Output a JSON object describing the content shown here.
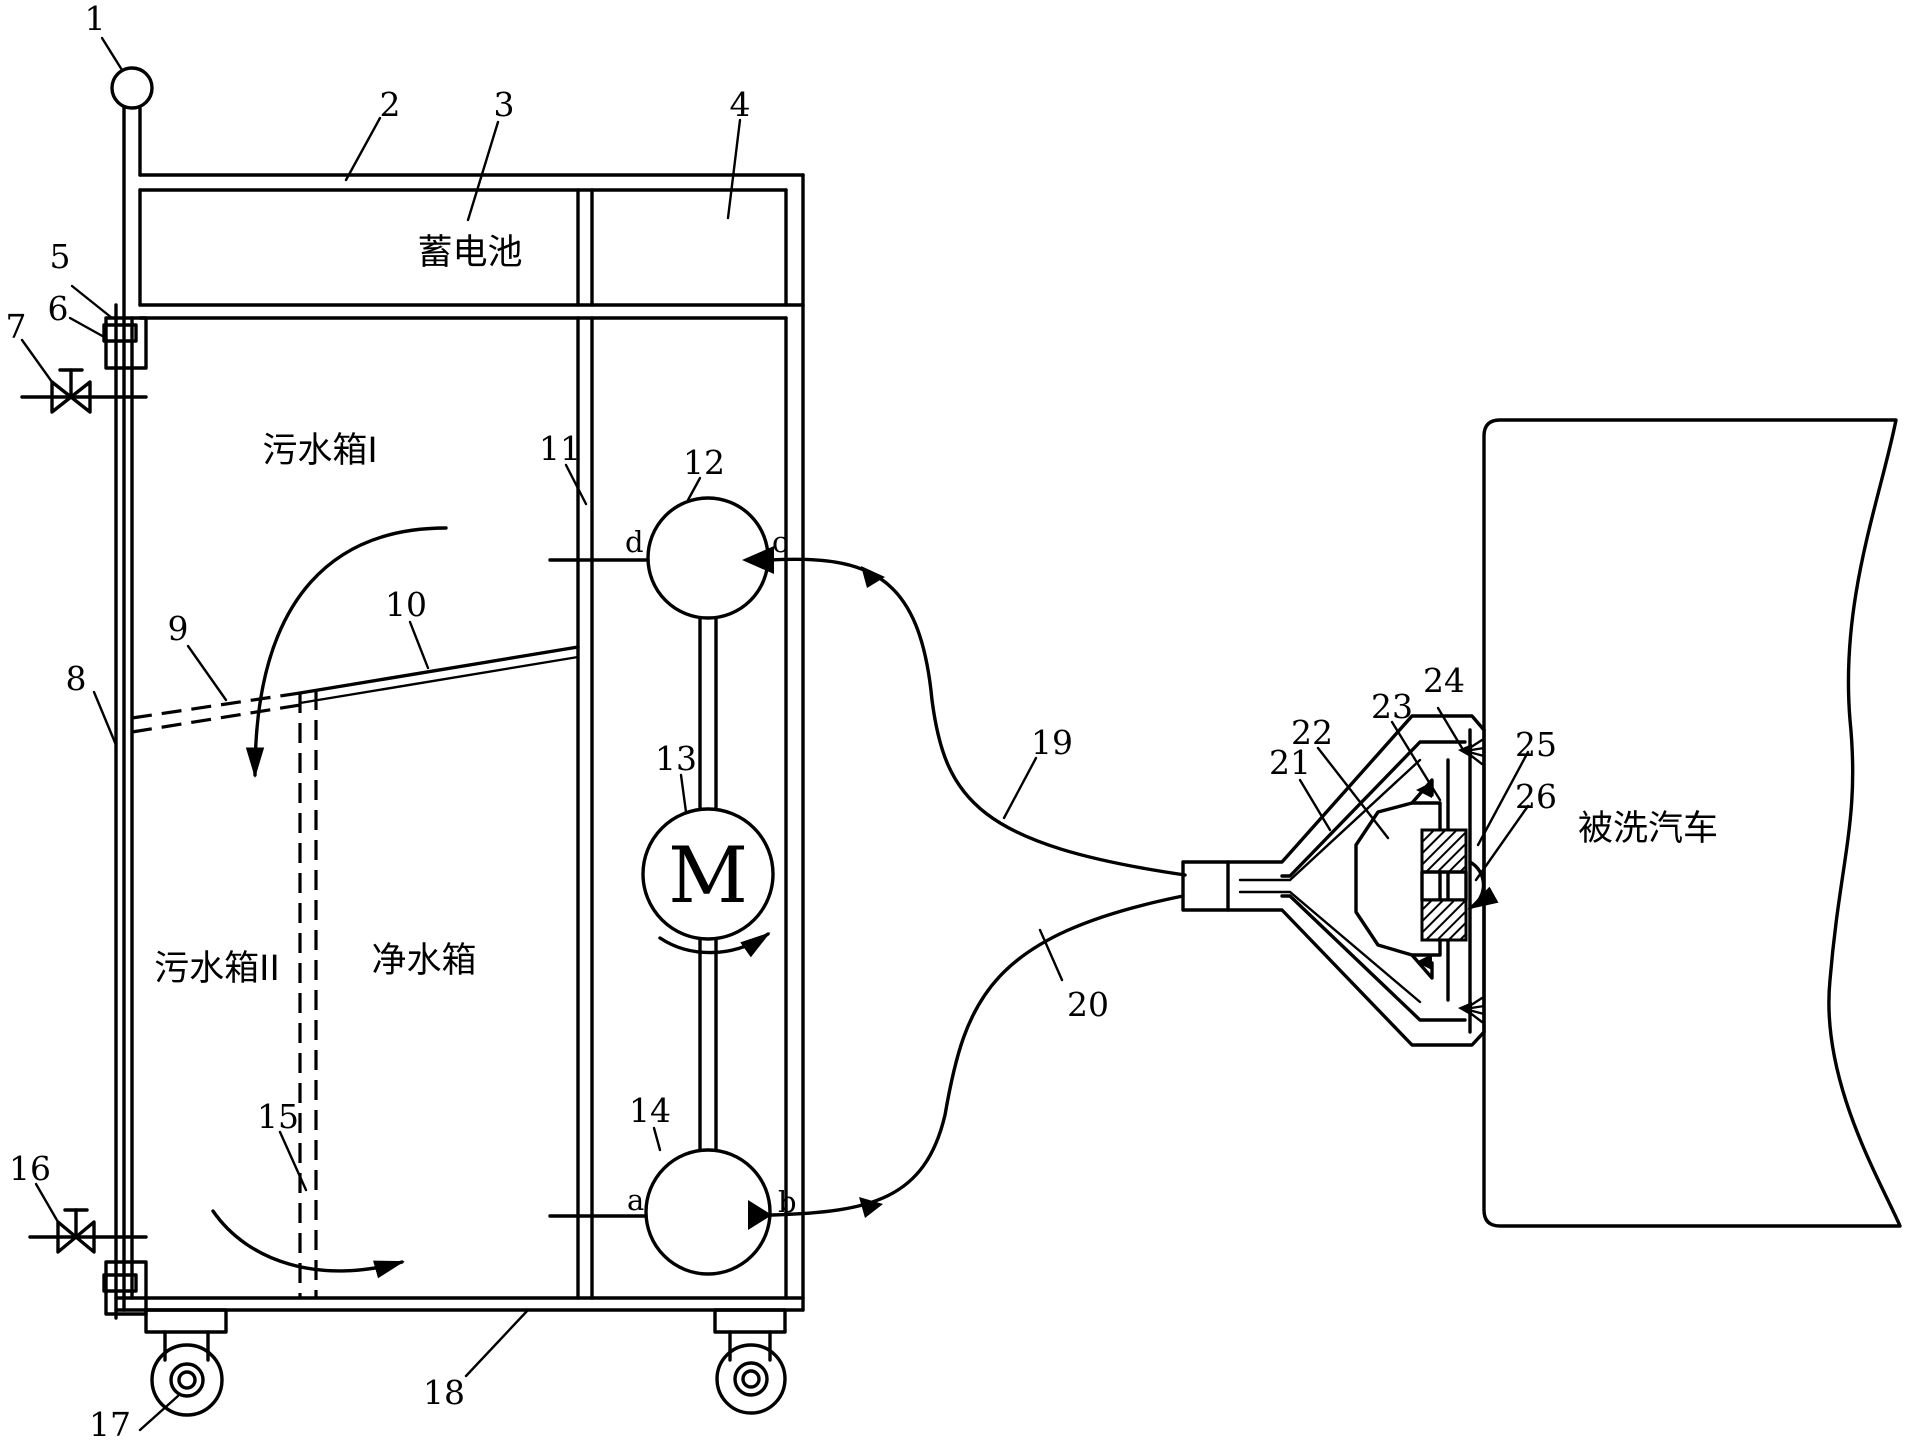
{
  "labels": {
    "battery": "蓄电池",
    "sewage_tank_1": "污水箱I",
    "sewage_tank_2": "污水箱II",
    "clean_tank": "净水箱",
    "car": "被洗汽车",
    "motor": "M"
  },
  "ports": {
    "a": "a",
    "b": "b",
    "c": "c",
    "d": "d"
  },
  "numbers": [
    "1",
    "2",
    "3",
    "4",
    "5",
    "6",
    "7",
    "8",
    "9",
    "10",
    "11",
    "12",
    "13",
    "14",
    "15",
    "16",
    "17",
    "18",
    "19",
    "20",
    "21",
    "22",
    "23",
    "24",
    "25",
    "26"
  ]
}
